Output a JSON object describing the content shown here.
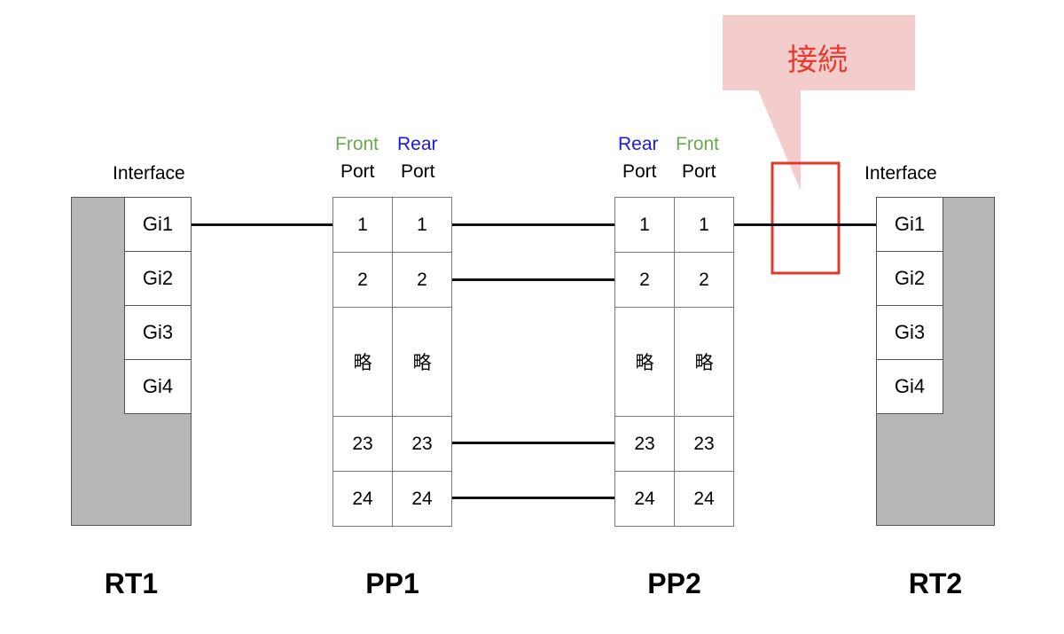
{
  "callout": {
    "text": "接続",
    "fill": "#f4cccc",
    "text_color": "#e63b2e",
    "highlight_color": "#e03a2f"
  },
  "rt1": {
    "name": "RT1",
    "interface_label": "Interface",
    "ports": [
      "Gi1",
      "Gi2",
      "Gi3",
      "Gi4"
    ]
  },
  "rt2": {
    "name": "RT2",
    "interface_label": "Interface",
    "ports": [
      "Gi1",
      "Gi2",
      "Gi3",
      "Gi4"
    ]
  },
  "pp1": {
    "name": "PP1",
    "header_left_top": "Front",
    "header_left_bottom": "Port",
    "header_right_top": "Rear",
    "header_right_bottom": "Port",
    "rows": [
      [
        "1",
        "1"
      ],
      [
        "2",
        "2"
      ],
      [
        "略",
        "略"
      ],
      [
        "23",
        "23"
      ],
      [
        "24",
        "24"
      ]
    ]
  },
  "pp2": {
    "name": "PP2",
    "header_left_top": "Rear",
    "header_left_bottom": "Port",
    "header_right_top": "Front",
    "header_right_bottom": "Port",
    "rows": [
      [
        "1",
        "1"
      ],
      [
        "2",
        "2"
      ],
      [
        "略",
        "略"
      ],
      [
        "23",
        "23"
      ],
      [
        "24",
        "24"
      ]
    ]
  },
  "colors": {
    "front": "#6aa84f",
    "rear": "#1a1adf",
    "device": "#b7b7b7"
  }
}
